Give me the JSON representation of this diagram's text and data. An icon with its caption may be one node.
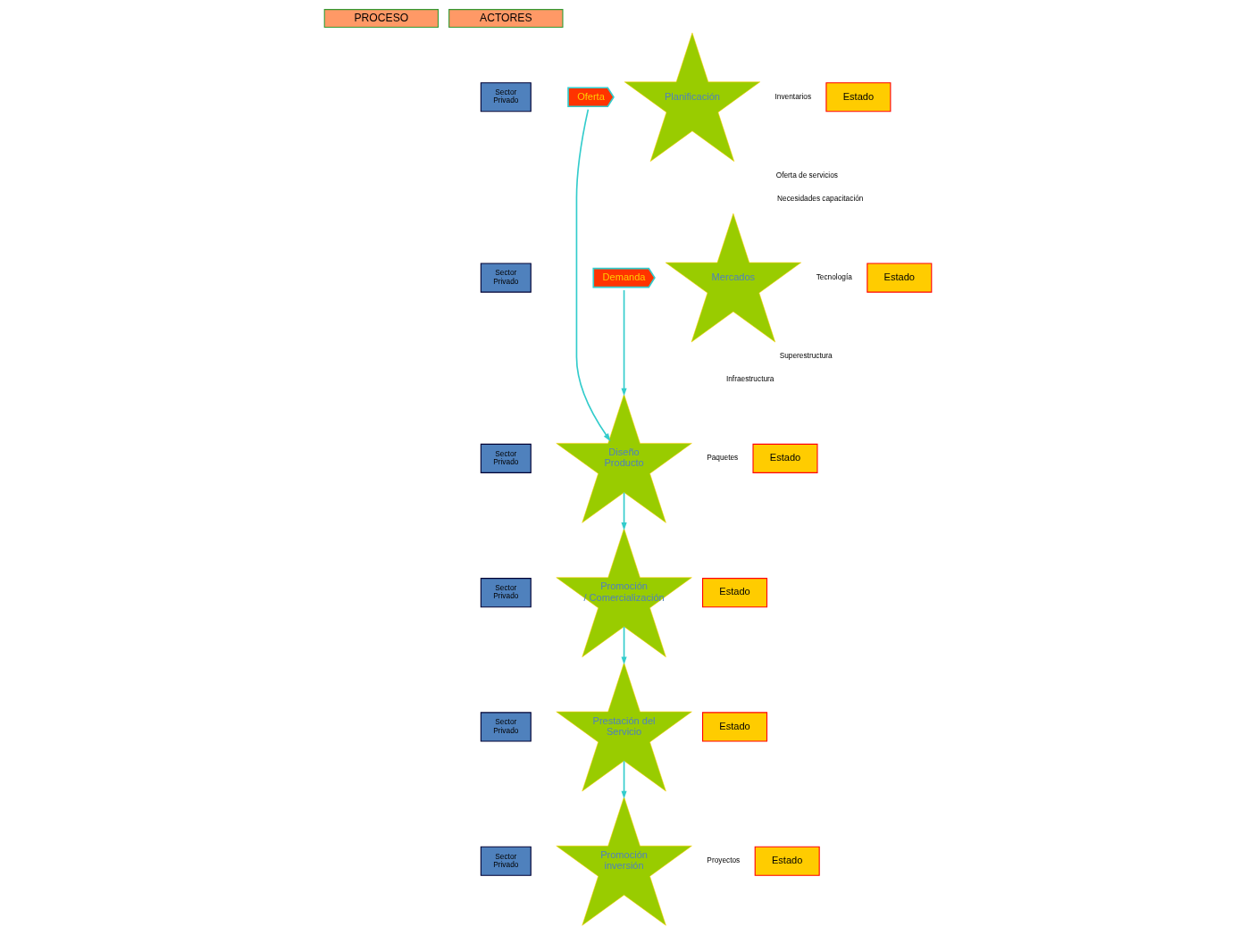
{
  "diagram": {
    "nodes": [
      {
        "text": [
          "PROCESO"
        ]
      },
      {
        "text": [
          "ACTORES"
        ]
      },
      {
        "text": [
          "Oferta"
        ]
      },
      {
        "text": [
          "Planificación"
        ]
      },
      {
        "text": [
          "Estado"
        ]
      },
      {
        "text": [
          "Sector Privado"
        ]
      },
      {
        "text": [
          "Demanda"
        ]
      },
      {
        "text": [
          "Mercados"
        ]
      },
      {
        "text": [
          "Estado"
        ]
      },
      {
        "text": [
          "Sector Privado"
        ]
      },
      {
        "text": [
          "Diseño Producto"
        ]
      },
      {
        "text": [
          "Estado"
        ]
      },
      {
        "text": [
          "Sector Privado"
        ]
      },
      {
        "text": [
          "Promoción / Comercialización"
        ]
      },
      {
        "text": [
          "Estado"
        ]
      },
      {
        "text": [
          "Sector Privado"
        ]
      },
      {
        "text": [
          "Prestación del Servicio"
        ]
      },
      {
        "text": [
          "Estado"
        ]
      },
      {
        "text": [
          "Sector Privado"
        ]
      },
      {
        "text": [
          "Promoción inversión"
        ]
      },
      {
        "text": [
          "Estado"
        ]
      },
      {
        "text": [
          "Sector Privado"
        ]
      }
    ],
    "edges": [
      {
        "from": 2,
        "to": 10,
        "arrow": "to"
      },
      {
        "from": 6,
        "to": 10,
        "arrow": "to"
      },
      {
        "from": 10,
        "to": 13,
        "arrow": "to"
      },
      {
        "from": 13,
        "to": 16,
        "arrow": "to"
      },
      {
        "from": 16,
        "to": 19,
        "arrow": "to"
      }
    ],
    "labels": [
      "Inventarios",
      "Oferta de servicios",
      "Necesidades capacitación",
      "Tecnología",
      "Superestructura",
      "Infraestructura",
      "Paquetes",
      "Proyectos"
    ]
  }
}
